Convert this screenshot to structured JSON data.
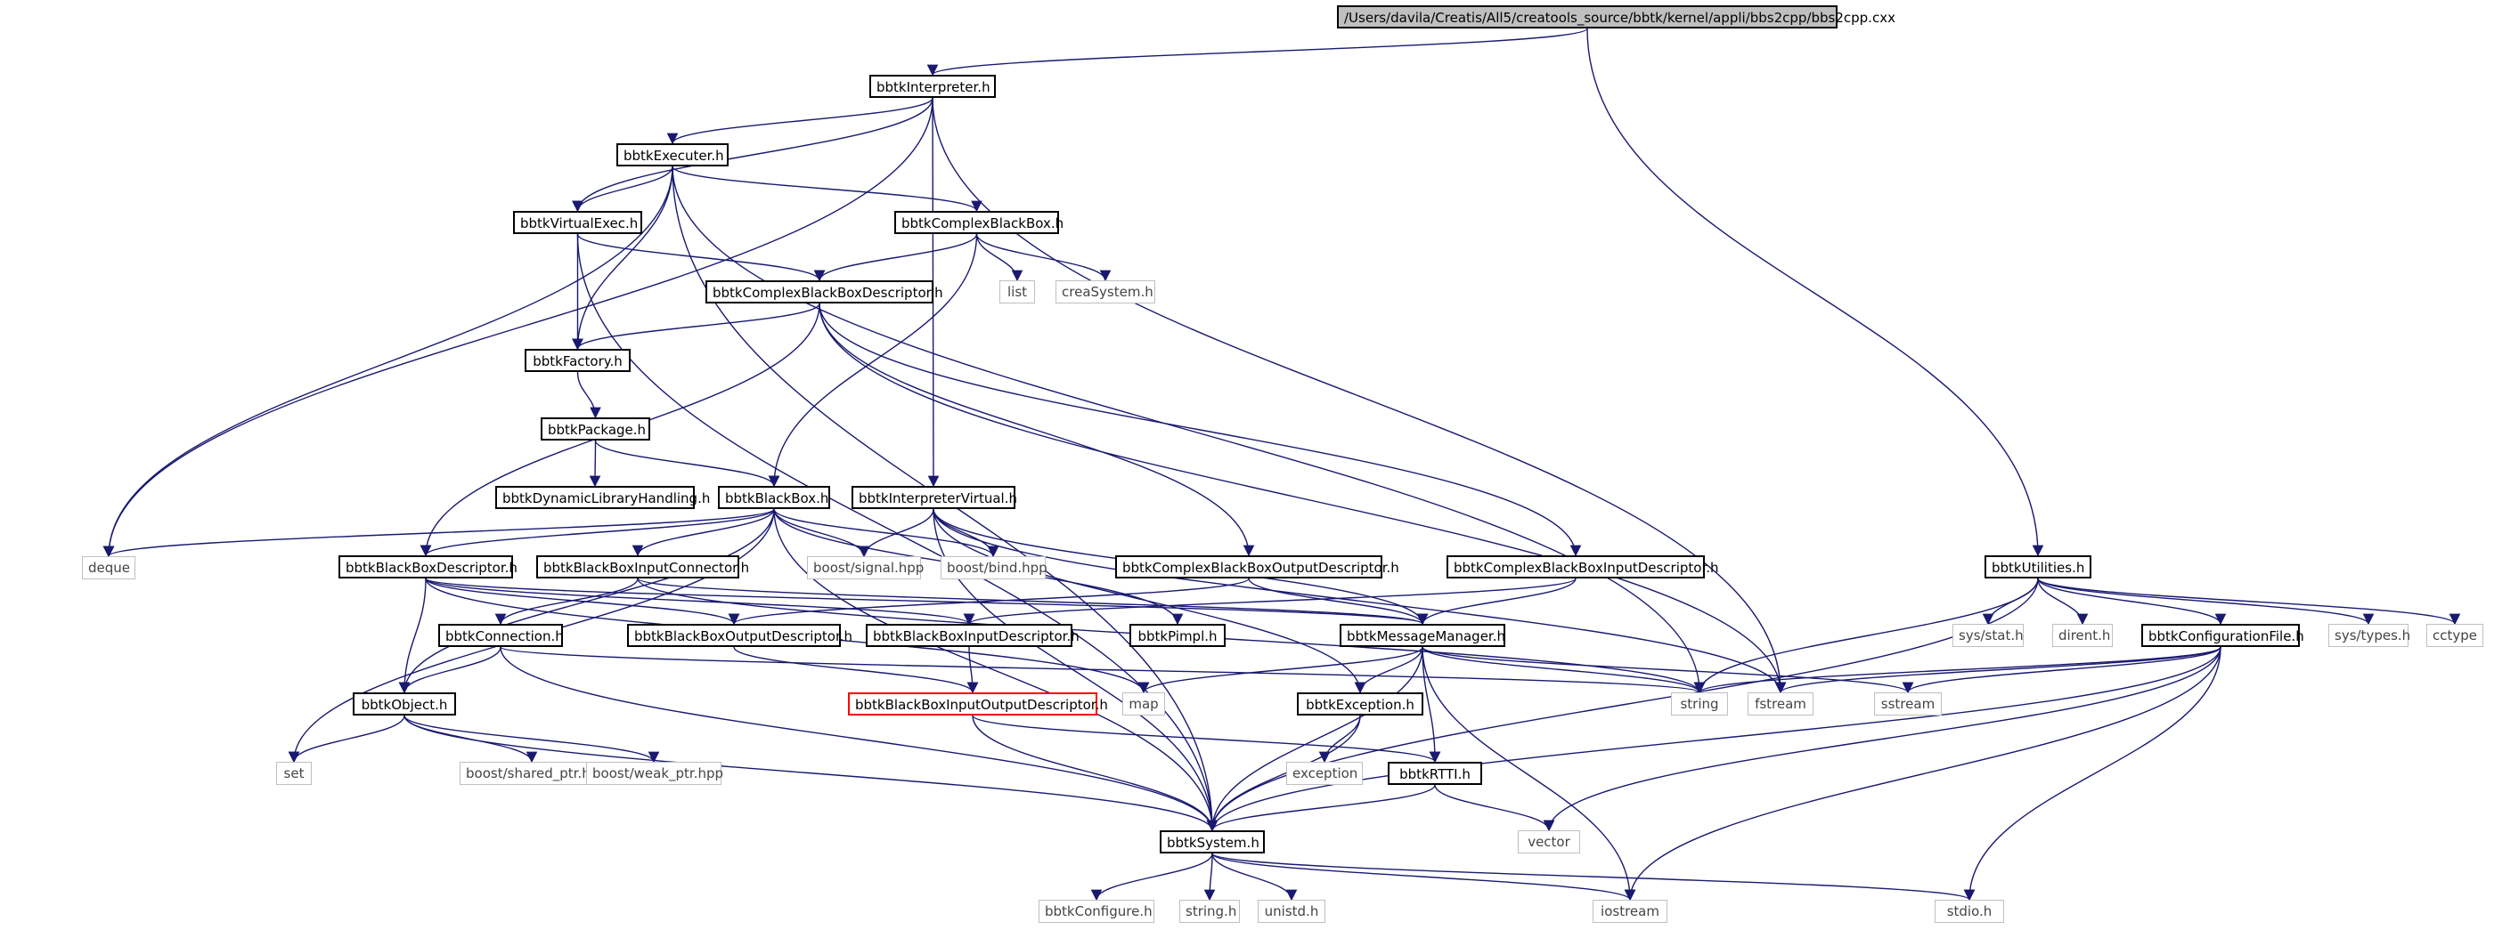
{
  "colors": {
    "edge": "#191970",
    "root_fill": "#bfbfbf",
    "external_border": "#bfbfbf",
    "highlight_border": "#ff0000"
  },
  "nodes": {
    "root": "/Users/davila/Creatis/All5/creatools_source/bbtk/kernel/appli/bbs2cpp/bbs2cpp.cxx",
    "interpreter": "bbtkInterpreter.h",
    "utilities": "bbtkUtilities.h",
    "executer": "bbtkExecuter.h",
    "virtualexec": "bbtkVirtualExec.h",
    "complexbb": "bbtkComplexBlackBox.h",
    "list": "list",
    "creasystem": "creaSystem.h",
    "cbbdesc": "bbtkComplexBlackBoxDescriptor.h",
    "factory": "bbtkFactory.h",
    "package": "bbtkPackage.h",
    "dynlib": "bbtkDynamicLibraryHandling.h",
    "blackbox": "bbtkBlackBox.h",
    "interpvirtual": "bbtkInterpreterVirtual.h",
    "deque": "deque",
    "bbdesc": "bbtkBlackBoxDescriptor.h",
    "bbinconn": "bbtkBlackBoxInputConnector.h",
    "signal": "boost/signal.hpp",
    "bind": "boost/bind.hpp",
    "cbboutdesc": "bbtkComplexBlackBoxOutputDescriptor.h",
    "cbbindesc": "bbtkComplexBlackBoxInputDescriptor.h",
    "connection": "bbtkConnection.h",
    "bboutdesc": "bbtkBlackBoxOutputDescriptor.h",
    "bbindesc": "bbtkBlackBoxInputDescriptor.h",
    "pimpl": "bbtkPimpl.h",
    "msgmgr": "bbtkMessageManager.h",
    "object": "bbtkObject.h",
    "bbiodesc": "bbtkBlackBoxInputOutputDescriptor.h",
    "map": "map",
    "exception_h": "bbtkException.h",
    "string": "string",
    "fstream": "fstream",
    "sstream": "sstream",
    "sysstat": "sys/stat.h",
    "dirent": "dirent.h",
    "configfile": "bbtkConfigurationFile.h",
    "systypes": "sys/types.h",
    "cctype": "cctype",
    "set": "set",
    "sharedptr": "boost/shared_ptr.hpp",
    "weakptr": "boost/weak_ptr.hpp",
    "exception": "exception",
    "rtti": "bbtkRTTI.h",
    "vector": "vector",
    "system": "bbtkSystem.h",
    "configure": "bbtkConfigure.h",
    "stringh": "string.h",
    "unistd": "unistd.h",
    "iostream": "iostream",
    "stdio": "stdio.h"
  },
  "edges": [
    [
      "root",
      "interpreter"
    ],
    [
      "root",
      "utilities"
    ],
    [
      "interpreter",
      "executer"
    ],
    [
      "interpreter",
      "virtualexec"
    ],
    [
      "interpreter",
      "deque"
    ],
    [
      "interpreter",
      "interpvirtual"
    ],
    [
      "interpreter",
      "fstream"
    ],
    [
      "executer",
      "virtualexec"
    ],
    [
      "executer",
      "complexbb"
    ],
    [
      "executer",
      "factory"
    ],
    [
      "executer",
      "deque"
    ],
    [
      "executer",
      "string"
    ],
    [
      "executer",
      "system"
    ],
    [
      "virtualexec",
      "factory"
    ],
    [
      "virtualexec",
      "cbbdesc"
    ],
    [
      "virtualexec",
      "system"
    ],
    [
      "complexbb",
      "cbbdesc"
    ],
    [
      "complexbb",
      "list"
    ],
    [
      "complexbb",
      "creasystem"
    ],
    [
      "complexbb",
      "blackbox"
    ],
    [
      "cbbdesc",
      "factory"
    ],
    [
      "cbbdesc",
      "bbdesc"
    ],
    [
      "cbbdesc",
      "cbboutdesc"
    ],
    [
      "cbbdesc",
      "cbbindesc"
    ],
    [
      "cbbdesc",
      "fstream"
    ],
    [
      "factory",
      "package"
    ],
    [
      "package",
      "dynlib"
    ],
    [
      "package",
      "blackbox"
    ],
    [
      "blackbox",
      "bbdesc"
    ],
    [
      "blackbox",
      "bbinconn"
    ],
    [
      "blackbox",
      "signal"
    ],
    [
      "blackbox",
      "bind"
    ],
    [
      "blackbox",
      "object"
    ],
    [
      "blackbox",
      "set"
    ],
    [
      "blackbox",
      "system"
    ],
    [
      "blackbox",
      "pimpl"
    ],
    [
      "blackbox",
      "deque"
    ],
    [
      "interpvirtual",
      "signal"
    ],
    [
      "interpvirtual",
      "bind"
    ],
    [
      "interpvirtual",
      "msgmgr"
    ],
    [
      "interpvirtual",
      "exception_h"
    ],
    [
      "interpvirtual",
      "fstream"
    ],
    [
      "interpvirtual",
      "system"
    ],
    [
      "bbdesc",
      "object"
    ],
    [
      "bbdesc",
      "bboutdesc"
    ],
    [
      "bbdesc",
      "bbindesc"
    ],
    [
      "bbdesc",
      "map"
    ],
    [
      "bbdesc",
      "msgmgr"
    ],
    [
      "bbinconn",
      "connection"
    ],
    [
      "bbinconn",
      "msgmgr"
    ],
    [
      "bbinconn",
      "string"
    ],
    [
      "cbboutdesc",
      "bboutdesc"
    ],
    [
      "cbboutdesc",
      "msgmgr"
    ],
    [
      "cbbindesc",
      "bbindesc"
    ],
    [
      "cbbindesc",
      "msgmgr"
    ],
    [
      "connection",
      "object"
    ],
    [
      "connection",
      "system"
    ],
    [
      "connection",
      "string"
    ],
    [
      "bboutdesc",
      "bbiodesc"
    ],
    [
      "bbindesc",
      "bbiodesc"
    ],
    [
      "bbiodesc",
      "rtti"
    ],
    [
      "bbiodesc",
      "system"
    ],
    [
      "msgmgr",
      "string"
    ],
    [
      "msgmgr",
      "map"
    ],
    [
      "msgmgr",
      "exception_h"
    ],
    [
      "msgmgr",
      "rtti"
    ],
    [
      "msgmgr",
      "system"
    ],
    [
      "msgmgr",
      "sstream"
    ],
    [
      "msgmgr",
      "iostream"
    ],
    [
      "object",
      "set"
    ],
    [
      "object",
      "sharedptr"
    ],
    [
      "object",
      "weakptr"
    ],
    [
      "object",
      "system"
    ],
    [
      "exception_h",
      "exception"
    ],
    [
      "exception_h",
      "system"
    ],
    [
      "rtti",
      "vector"
    ],
    [
      "rtti",
      "system"
    ],
    [
      "utilities",
      "string"
    ],
    [
      "utilities",
      "sysstat"
    ],
    [
      "utilities",
      "dirent"
    ],
    [
      "utilities",
      "configfile"
    ],
    [
      "utilities",
      "systypes"
    ],
    [
      "utilities",
      "cctype"
    ],
    [
      "utilities",
      "system"
    ],
    [
      "configfile",
      "string"
    ],
    [
      "configfile",
      "fstream"
    ],
    [
      "configfile",
      "sstream"
    ],
    [
      "configfile",
      "vector"
    ],
    [
      "configfile",
      "system"
    ],
    [
      "configfile",
      "iostream"
    ],
    [
      "configfile",
      "stdio"
    ],
    [
      "system",
      "configure"
    ],
    [
      "system",
      "stringh"
    ],
    [
      "system",
      "unistd"
    ],
    [
      "system",
      "iostream"
    ],
    [
      "system",
      "stdio"
    ]
  ]
}
